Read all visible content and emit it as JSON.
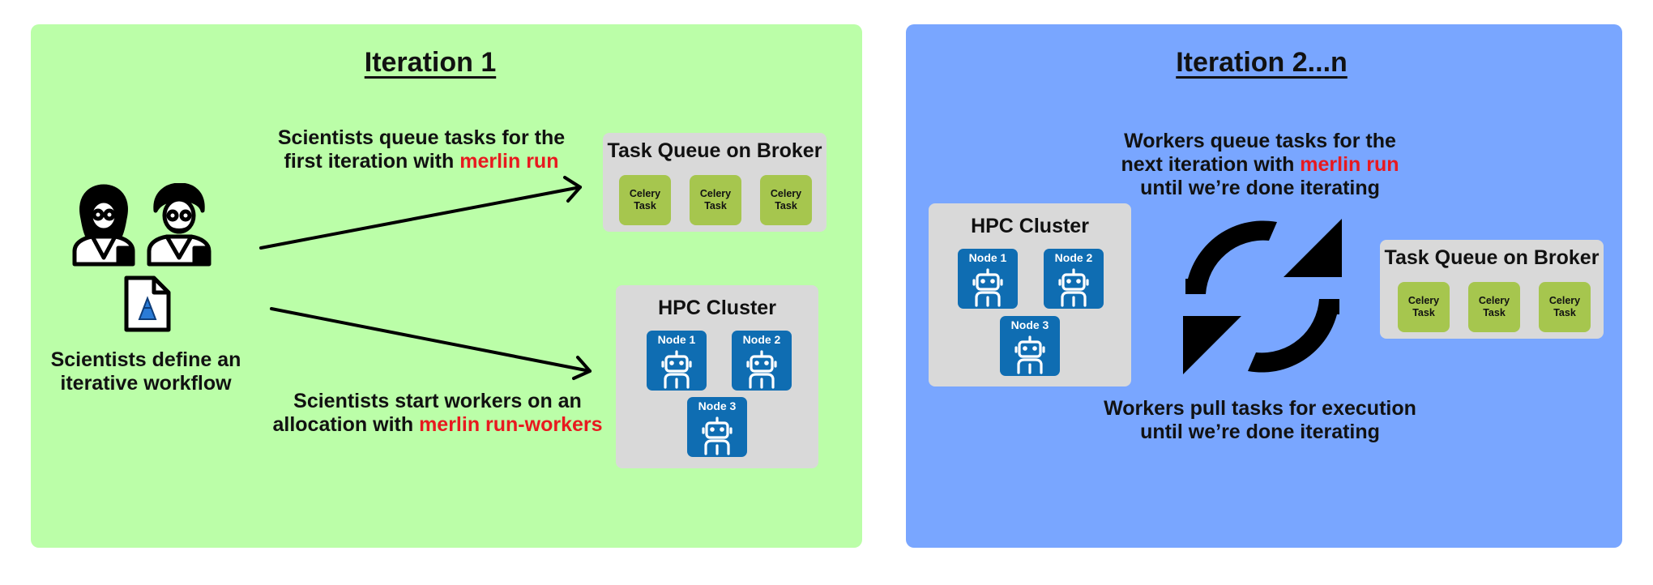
{
  "left": {
    "title": "Iteration 1",
    "define_caption": [
      "Scientists define an",
      "iterative workflow"
    ],
    "queue_caption": {
      "line1": "Scientists queue tasks for the",
      "line2_pre": "first iteration with ",
      "line2_cmd": "merlin run"
    },
    "start_caption": {
      "line1": "Scientists start workers on an",
      "line2_pre": "allocation with ",
      "line2_cmd": "merlin run-workers"
    },
    "broker": {
      "title": "Task Queue on Broker",
      "tasks": [
        "Celery\nTask",
        "Celery\nTask",
        "Celery\nTask"
      ]
    },
    "cluster": {
      "title": "HPC Cluster",
      "nodes": [
        "Node 1",
        "Node 2",
        "Node 3"
      ]
    }
  },
  "right": {
    "title": "Iteration 2...n",
    "queue_caption": {
      "line1": "Workers queue tasks for the",
      "line2_pre": "next iteration with ",
      "line2_cmd": "merlin run",
      "line3": "until we’re done iterating"
    },
    "pull_caption": [
      "Workers pull tasks for execution",
      "until we’re done iterating"
    ],
    "cluster": {
      "title": "HPC Cluster",
      "nodes": [
        "Node 1",
        "Node 2",
        "Node 3"
      ]
    },
    "broker": {
      "title": "Task Queue on Broker",
      "tasks": [
        "Celery\nTask",
        "Celery\nTask",
        "Celery\nTask"
      ]
    }
  },
  "colors": {
    "left_panel": "#bbfea8",
    "right_panel": "#79a6ff",
    "box": "#d9d9d9",
    "task": "#a6c64e",
    "node": "#0f6db2",
    "command": "#e8191f"
  }
}
